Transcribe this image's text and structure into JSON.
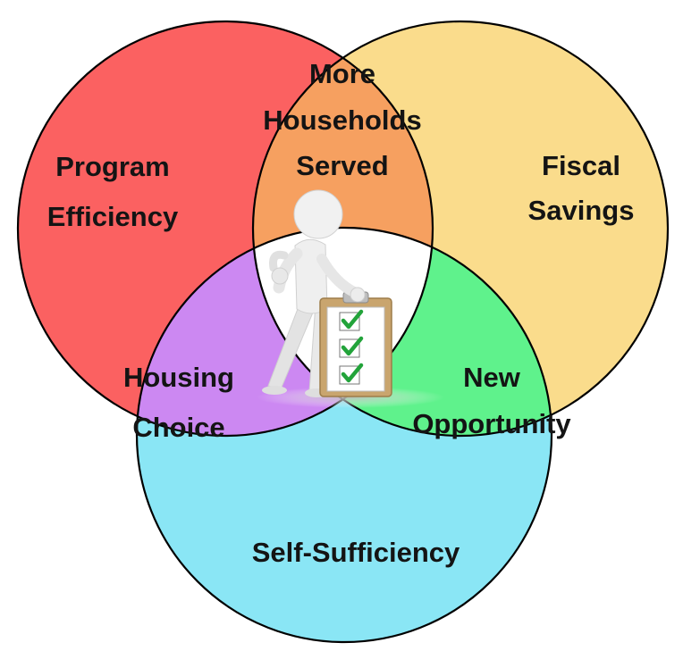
{
  "diagram": {
    "type": "venn",
    "sets": [
      {
        "label_lines": [
          "Program",
          "Efficiency"
        ],
        "color": "#fb6161"
      },
      {
        "label_lines": [
          "Fiscal",
          "Savings"
        ],
        "color": "#fadc8c"
      },
      {
        "label_lines": [
          "Self-Sufficiency"
        ],
        "color": "#8ae6f5"
      }
    ],
    "pairwise_overlaps": [
      {
        "between": [
          "Program Efficiency",
          "Fiscal Savings"
        ],
        "label_lines": [
          "More",
          "Households",
          "Served"
        ],
        "color": "#f6a060"
      },
      {
        "between": [
          "Program Efficiency",
          "Self-Sufficiency"
        ],
        "label_lines": [
          "Housing",
          "Choice"
        ],
        "color": "#cc88f2"
      },
      {
        "between": [
          "Fiscal Savings",
          "Self-Sufficiency"
        ],
        "label_lines": [
          "New",
          "Opportunity"
        ],
        "color": "#5ff28c"
      }
    ],
    "center": {
      "color": "#ffffff",
      "image": "3d-figure-with-checklist-clipboard"
    },
    "outline_color": "#000000"
  }
}
